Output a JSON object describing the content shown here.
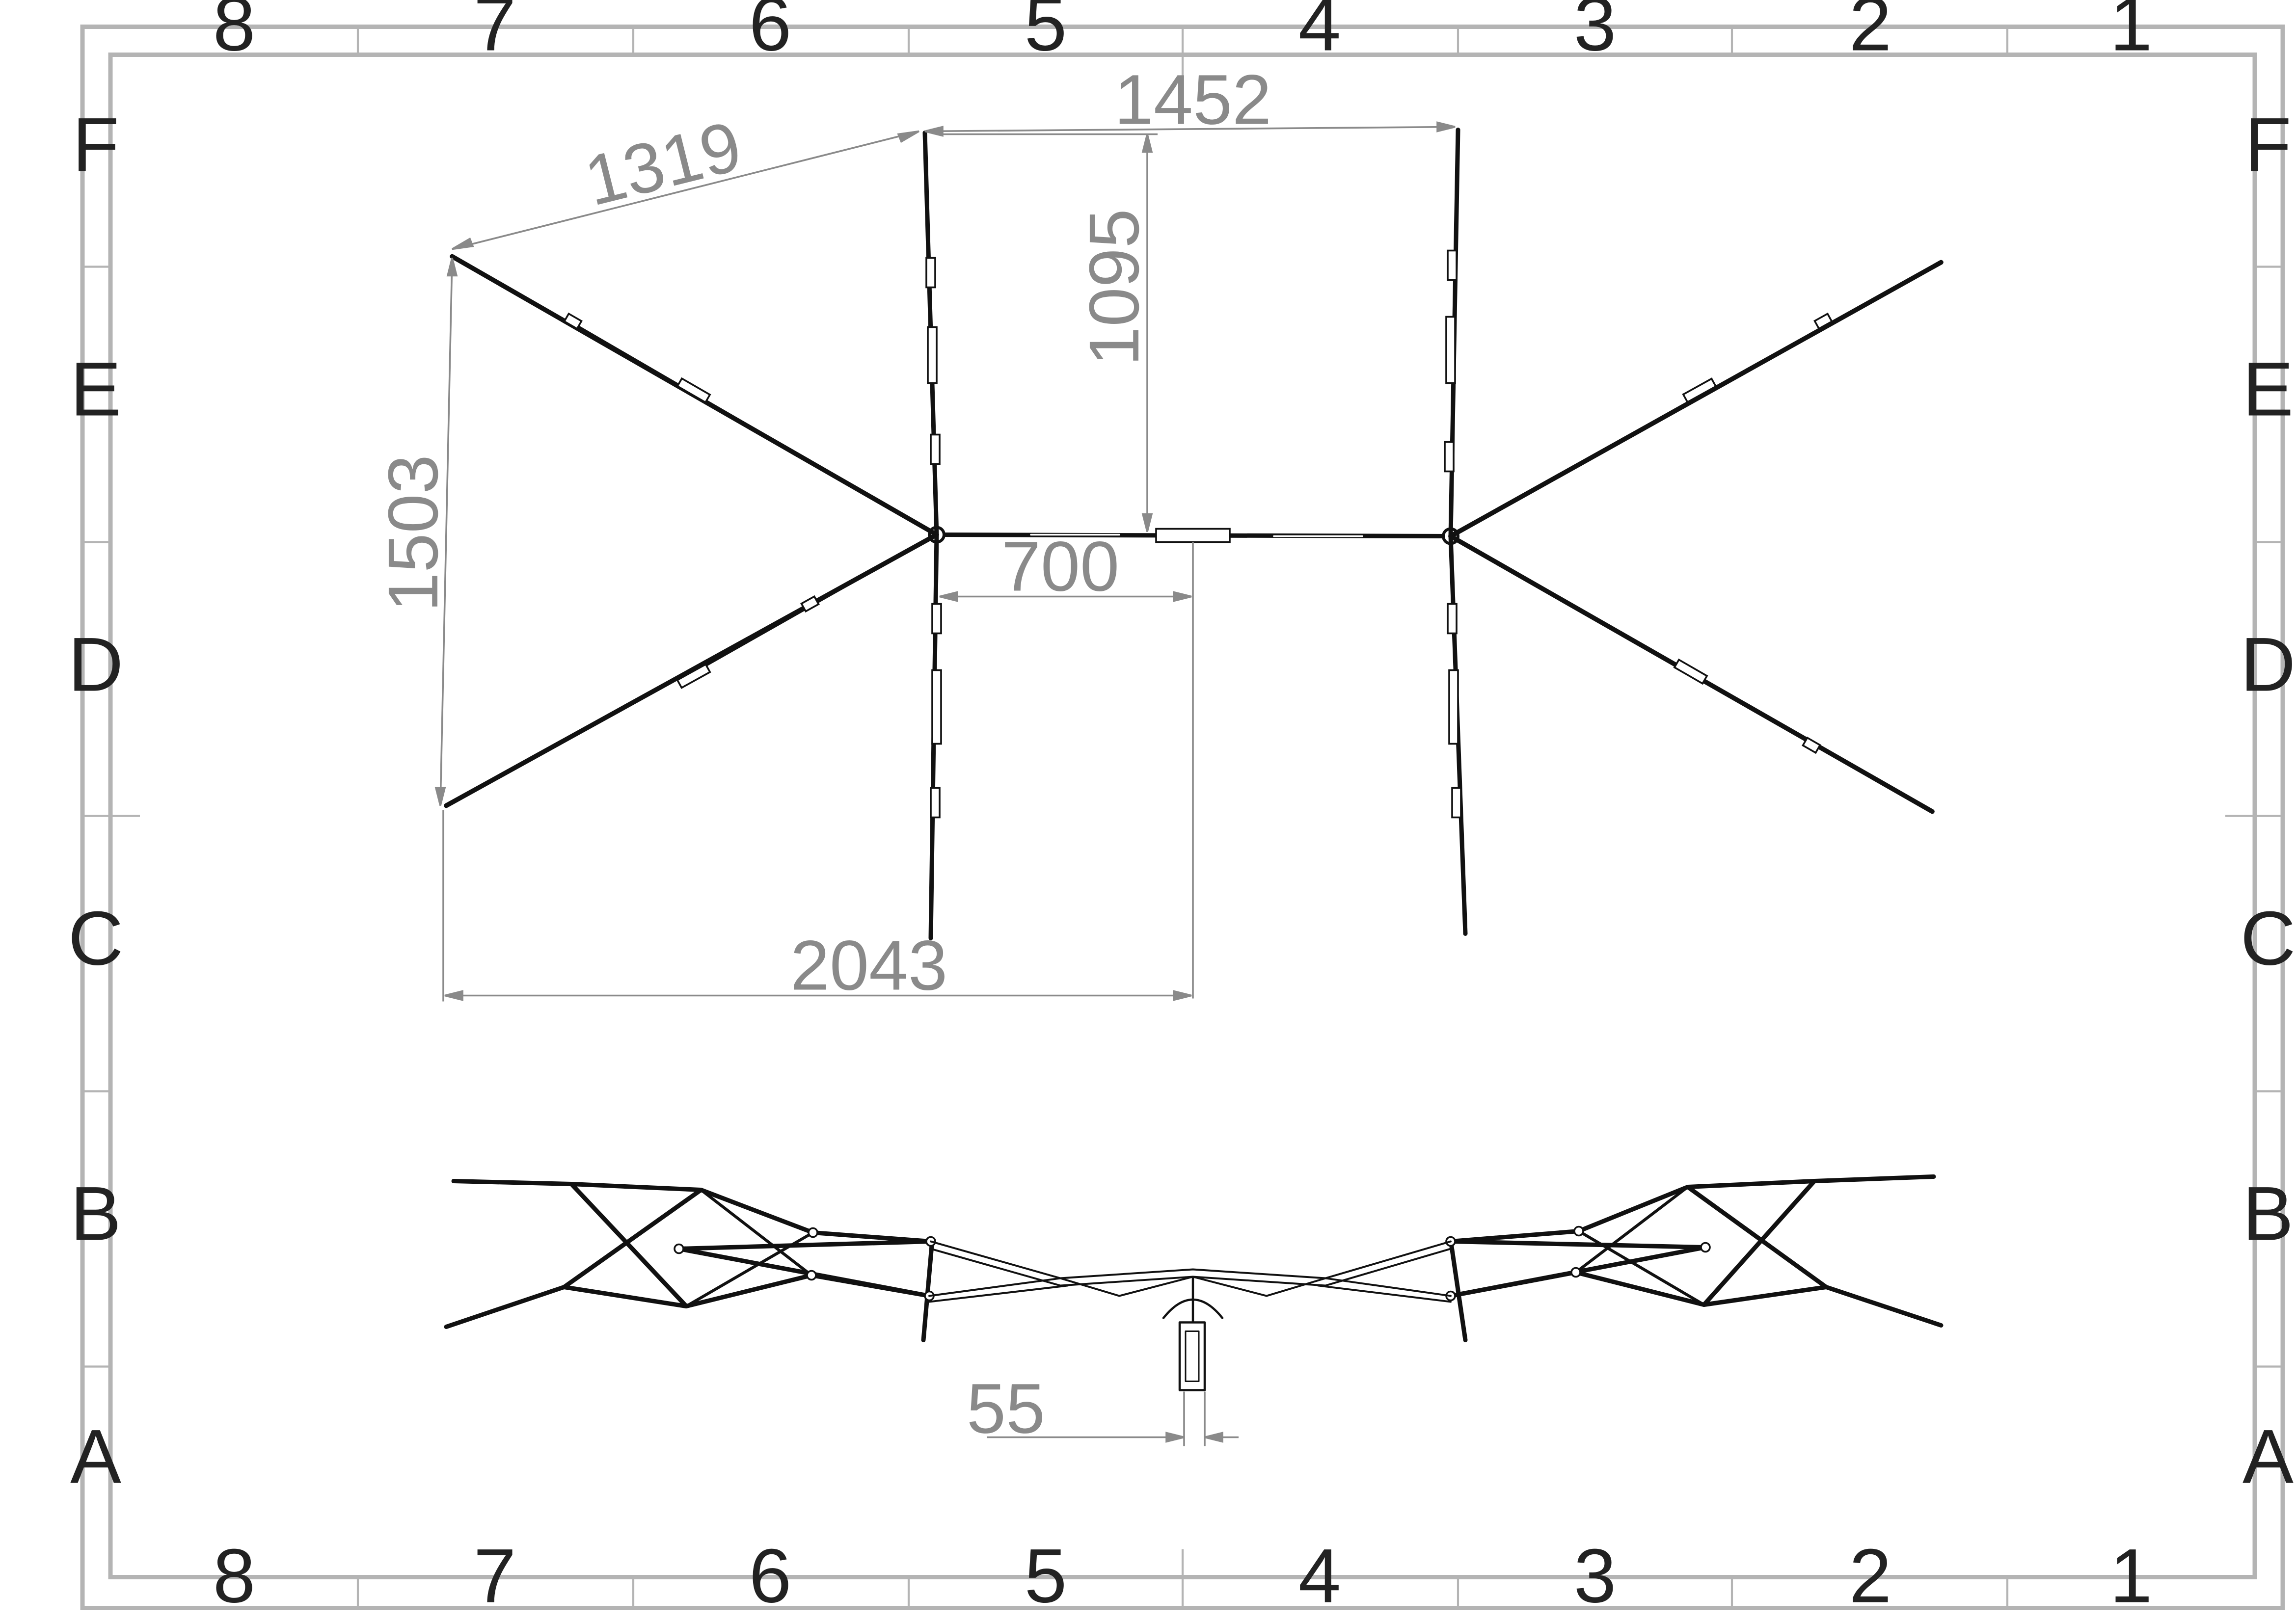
{
  "sheet": {
    "column_zones": [
      "8",
      "7",
      "6",
      "5",
      "4",
      "3",
      "2",
      "1"
    ],
    "row_zones": [
      "F",
      "E",
      "D",
      "C",
      "B",
      "A"
    ],
    "frame_color": "#b4b4b4",
    "part_color": "#111111",
    "dimension_color": "#8a8a8a"
  },
  "dimensions": {
    "d1319": "1319",
    "d1452": "1452",
    "d1095": "1095",
    "d1503": "1503",
    "d700": "700",
    "d2043": "2043",
    "d55": "55"
  }
}
